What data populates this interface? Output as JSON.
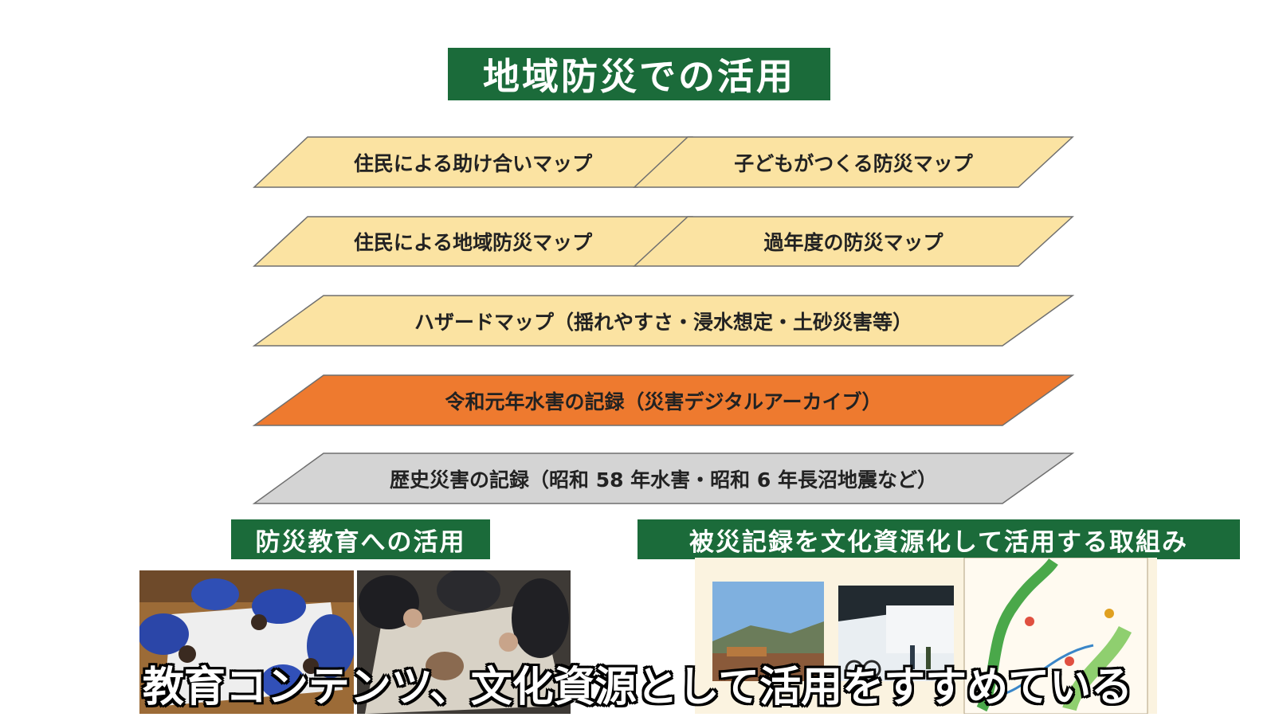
{
  "main_title": "地域防災での活用",
  "layers": [
    {
      "label": "住民による助け合いマップ",
      "color": "#fbe3a2"
    },
    {
      "label": "子どもがつくる防災マップ",
      "color": "#fbe3a2"
    },
    {
      "label": "住民による地域防災マップ",
      "color": "#fbe3a2"
    },
    {
      "label": "過年度の防災マップ",
      "color": "#fbe3a2"
    },
    {
      "label": "ハザードマップ（揺れやすさ・浸水想定・土砂災害等）",
      "color": "#fbe3a2"
    },
    {
      "label": "令和元年水害の記録（災害デジタルアーカイブ）",
      "color": "#ee7a2f"
    },
    {
      "label": "歴史災害の記録（昭和 58 年水害・昭和 6 年長沼地震など）",
      "color": "#d4d4d4"
    }
  ],
  "edu_title": "防災教育への活用",
  "culture_title": "被災記録を文化資源化して活用する取組み",
  "subtitle": "教育コンテンツ、文化資源として活用をすすめている",
  "colors": {
    "accent_green": "#1b6b3a",
    "band_border": "#6f6f6f"
  }
}
